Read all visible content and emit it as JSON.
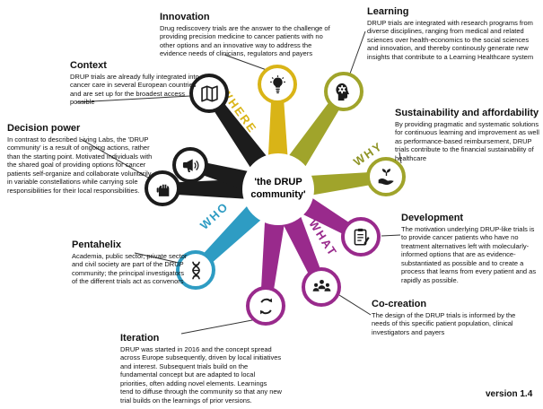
{
  "title": "the DRUP community diagram",
  "center": {
    "label": "'the DRUP community'"
  },
  "version_label": "version 1.4",
  "spoke_words": {
    "where": "WHERE",
    "why": "WHY",
    "what": "WHAT",
    "who": "WHO"
  },
  "colors": {
    "where_yellow": "#d9b417",
    "why_olive": "#a0a42b",
    "what_purple": "#992a8c",
    "who_blue": "#2e9cc3",
    "black": "#1c1c1c"
  },
  "nodes": {
    "innovation": {
      "title": "Innovation",
      "icon": "lightbulb-icon",
      "group": "where",
      "description": "Drug rediscovery trials are the answer to the challenge of providing precision medicine to cancer patients with no other options and an innovative way to address the evidence needs of clinicians, regulators and payers"
    },
    "learning": {
      "title": "Learning",
      "icon": "head-gears-icon",
      "group": "why",
      "description": "DRUP trials are integrated with research programs from diverse disciplines, ranging from medical and related sciences over health-economics to the social sciences and innovation, and thereby continously generate new insights that contribute to a Learning Healthcare system"
    },
    "context": {
      "title": "Context",
      "icon": "map-icon",
      "group": "where",
      "description": "DRUP trials are already fully integrated into cancer care in several European countries and are set up for the broadest access possible"
    },
    "sustainability": {
      "title": "Sustainability and affordability",
      "icon": "hand-plant-icon",
      "group": "why",
      "description": "By providing pragmatic and systematic solutions for continuous learning and improvement as well as performance-based reimbursement, DRUP trials contribute to the financial sustainability of healthcare"
    },
    "decision_power": {
      "title": "Decision power",
      "icon": "fist-icon",
      "group": "who",
      "description": "In contrast to described Living Labs, the 'DRUP community' is a result of ongoing actions, rather than the starting point. Motivated individuals with the shared goal of providing options for cancer patients self-organize and collaborate voluntarily in variable constellations while carrying sole responsibilities for their local responsibilities."
    },
    "development": {
      "title": "Development",
      "icon": "checklist-pencil-icon",
      "group": "what",
      "description": "The motivation underlying DRUP-like trials is to provide cancer patients who have no treatment alternatives left with molecularly-informed options that are as evidence-substantiated as possible and to create a process that learns from every patient and as rapidly as possible."
    },
    "pentahelix": {
      "title": "Pentahelix",
      "icon": "dna-icon",
      "group": "who",
      "description": "Academia, public sector, private sector and civil society are part of the DRUP community; the principal investigators of the different trials act as convenors"
    },
    "co_creation": {
      "title": "Co-creation",
      "icon": "people-icon",
      "group": "what",
      "description": "The design of the DRUP trials is informed by the needs of this specific patient population, clinical investigators and payers"
    },
    "iteration": {
      "title": "Iteration",
      "icon": "cycle-arrows-icon",
      "group": "what",
      "description": "DRUP was started in 2016 and the concept spread across Europe subsequently, driven by local initiatives and interest. Subsequent trials build on the fundamental concept but are adapted to local priorities, often adding novel elements. Learnings tend to diffuse through the community so that any new trial builds on the learnings of prior versions."
    },
    "megaphone_node": {
      "icon": "megaphone-icon",
      "group": "who"
    }
  }
}
